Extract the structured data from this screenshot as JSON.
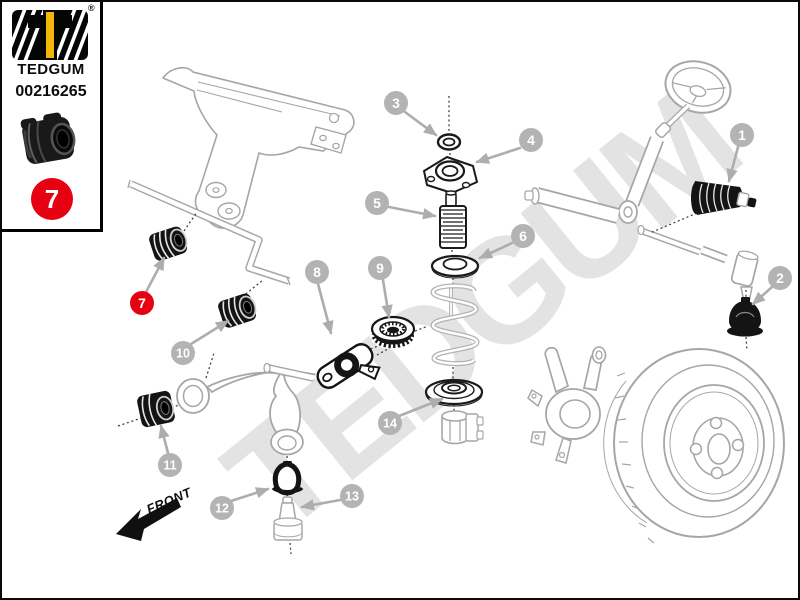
{
  "panel": {
    "brand": "TEDGUM",
    "registered_mark": "®",
    "part_number": "00216265",
    "highlight_badge": "7",
    "product_photo": "black-rubber-stabilizer-bushing"
  },
  "diagram": {
    "watermark": "TEDGUM",
    "front_label": "FRONT",
    "badges": [
      {
        "label": "1",
        "highlighted": false
      },
      {
        "label": "2",
        "highlighted": false
      },
      {
        "label": "3",
        "highlighted": false
      },
      {
        "label": "4",
        "highlighted": false
      },
      {
        "label": "5",
        "highlighted": false
      },
      {
        "label": "6",
        "highlighted": false
      },
      {
        "label": "7",
        "highlighted": true
      },
      {
        "label": "8",
        "highlighted": false
      },
      {
        "label": "9",
        "highlighted": false
      },
      {
        "label": "10",
        "highlighted": false
      },
      {
        "label": "11",
        "highlighted": false
      },
      {
        "label": "12",
        "highlighted": false
      },
      {
        "label": "13",
        "highlighted": false
      },
      {
        "label": "14",
        "highlighted": false
      }
    ]
  },
  "colors": {
    "highlight_red": "#e60012",
    "brand_yellow": "#f2b707",
    "badge_gray": "#b3b3b3",
    "line_gray": "#a6a6a6",
    "ink_black": "#141414",
    "watermark_gray": "#e3e3e3"
  }
}
